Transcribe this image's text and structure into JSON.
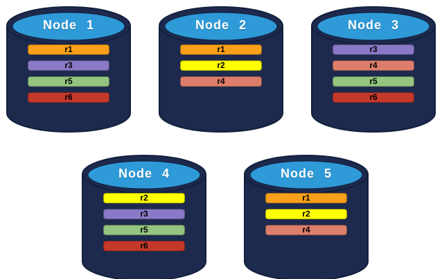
{
  "background": "#ffffff",
  "cylinder": {
    "body_color": "#1D2A4E",
    "outline_color": "#121F3D",
    "top_color": "#2E9AD8",
    "label_color": "#ffffff"
  },
  "replica_colors": {
    "r1": "#F9A01B",
    "r2": "#FEFF00",
    "r3": "#8A79C7",
    "r4": "#DC7E6B",
    "r5": "#94C47F",
    "r6": "#C5392B"
  },
  "nodes": [
    {
      "label": "Node 1",
      "replicas": [
        "r1",
        "r3",
        "r5",
        "r6"
      ]
    },
    {
      "label": "Node 2",
      "replicas": [
        "r1",
        "r2",
        "r4"
      ]
    },
    {
      "label": "Node 3",
      "replicas": [
        "r3",
        "r4",
        "r5",
        "r6"
      ]
    },
    {
      "label": "Node 4",
      "replicas": [
        "r2",
        "r3",
        "r5",
        "r6"
      ]
    },
    {
      "label": "Node 5",
      "replicas": [
        "r1",
        "r2",
        "r4"
      ]
    }
  ],
  "rows": [
    [
      0,
      1,
      2
    ],
    [
      3,
      4
    ]
  ]
}
